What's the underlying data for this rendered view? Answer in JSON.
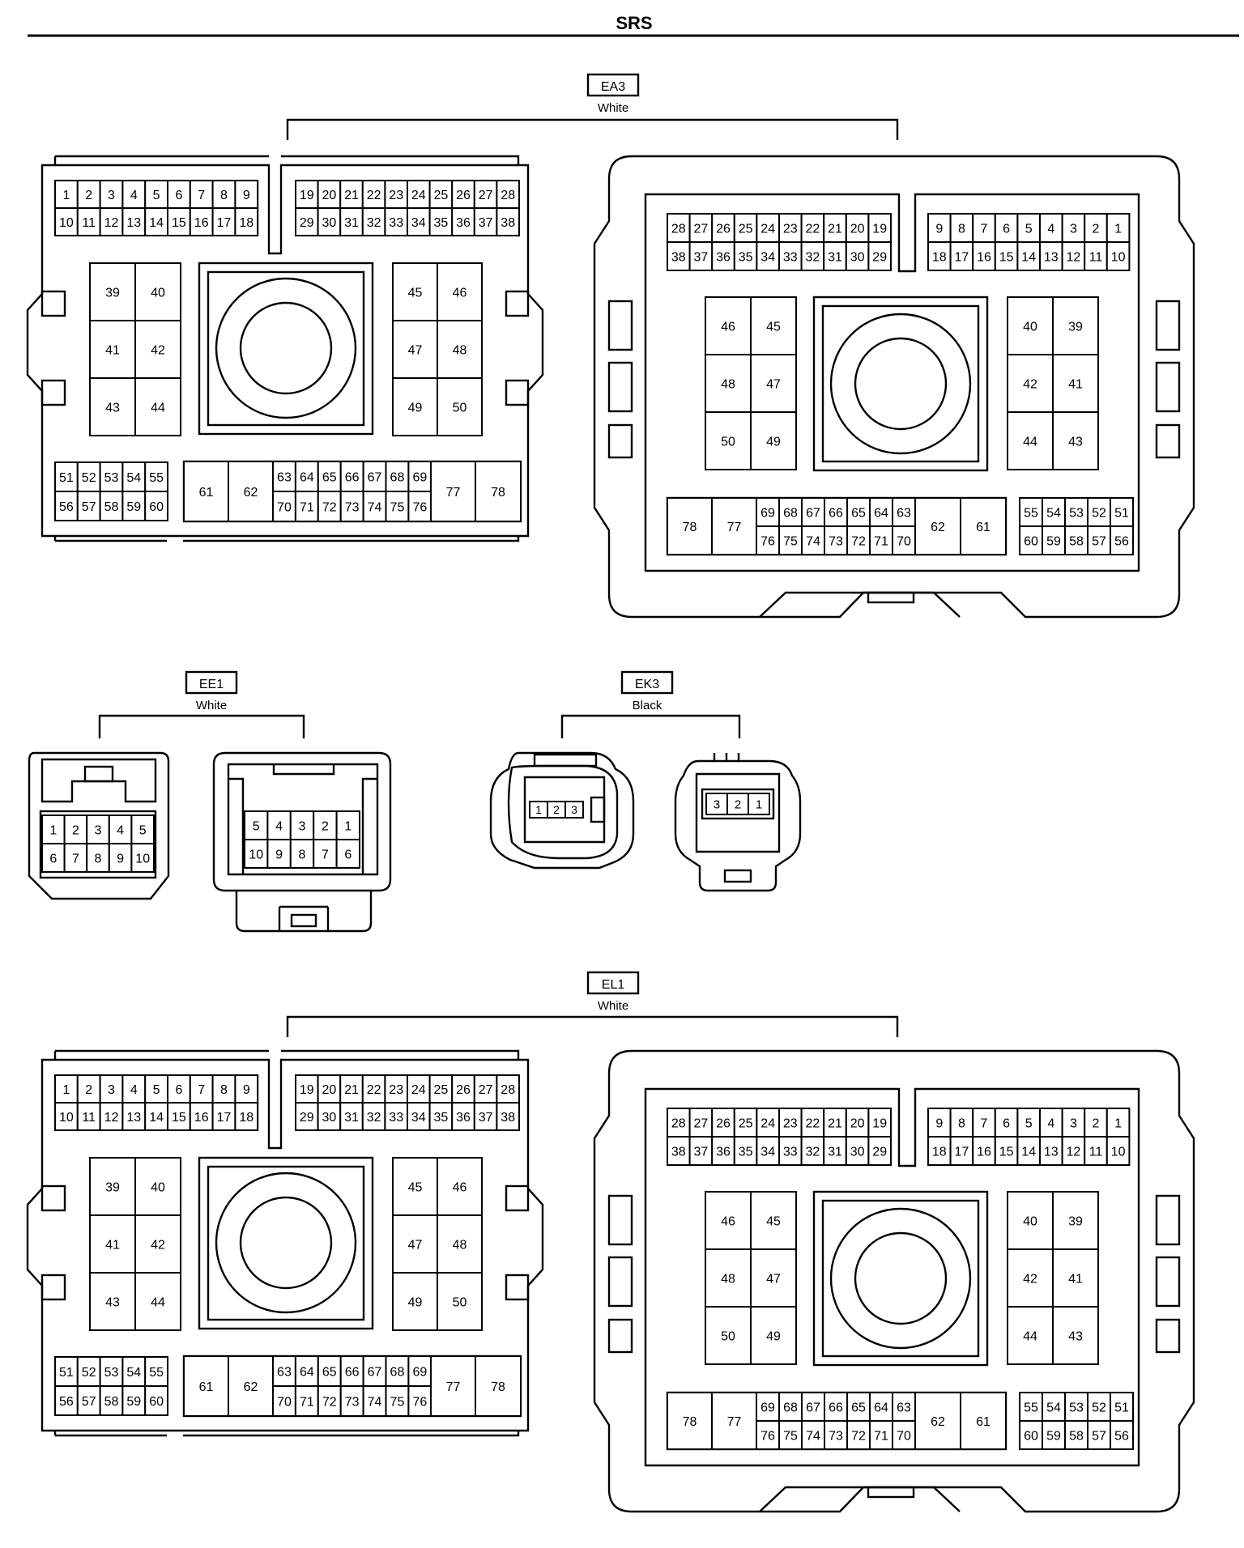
{
  "header": {
    "title": "SRS"
  },
  "connectors": {
    "ea3": {
      "code": "EA3",
      "color": "White"
    },
    "ee1": {
      "code": "EE1",
      "color": "White"
    },
    "ek3": {
      "code": "EK3",
      "color": "Black"
    },
    "el1": {
      "code": "EL1",
      "color": "White"
    }
  },
  "pin_layouts": {
    "large_front": {
      "row1a": [
        "1",
        "2",
        "3",
        "4",
        "5",
        "6",
        "7",
        "8",
        "9"
      ],
      "row2a": [
        "10",
        "11",
        "12",
        "13",
        "14",
        "15",
        "16",
        "17",
        "18"
      ],
      "row1b": [
        "19",
        "20",
        "21",
        "22",
        "23",
        "24",
        "25",
        "26",
        "27",
        "28"
      ],
      "row2b": [
        "29",
        "30",
        "31",
        "32",
        "33",
        "34",
        "35",
        "36",
        "37",
        "38"
      ],
      "blockL": [
        "39",
        "40",
        "41",
        "42",
        "43",
        "44"
      ],
      "blockR": [
        "45",
        "46",
        "47",
        "48",
        "49",
        "50"
      ],
      "bot1a": [
        "51",
        "52",
        "53",
        "54",
        "55"
      ],
      "bot2a": [
        "56",
        "57",
        "58",
        "59",
        "60"
      ],
      "big_front": [
        "61",
        "62"
      ],
      "bot1b": [
        "63",
        "64",
        "65",
        "66",
        "67",
        "68",
        "69"
      ],
      "bot2b": [
        "70",
        "71",
        "72",
        "73",
        "74",
        "75",
        "76"
      ],
      "big_back": [
        "77",
        "78"
      ]
    },
    "large_rear": {
      "row1a": [
        "28",
        "27",
        "26",
        "25",
        "24",
        "23",
        "22",
        "21",
        "20",
        "19"
      ],
      "row2a": [
        "38",
        "37",
        "36",
        "35",
        "34",
        "33",
        "32",
        "31",
        "30",
        "29"
      ],
      "row1b": [
        "9",
        "8",
        "7",
        "6",
        "5",
        "4",
        "3",
        "2",
        "1"
      ],
      "row2b": [
        "18",
        "17",
        "16",
        "15",
        "14",
        "13",
        "12",
        "11",
        "10"
      ],
      "blockL": [
        "46",
        "45",
        "48",
        "47",
        "50",
        "49"
      ],
      "blockR": [
        "40",
        "39",
        "42",
        "41",
        "44",
        "43"
      ],
      "big_front": [
        "78",
        "77"
      ],
      "bot1a": [
        "69",
        "68",
        "67",
        "66",
        "65",
        "64",
        "63"
      ],
      "bot2a": [
        "76",
        "75",
        "74",
        "73",
        "72",
        "71",
        "70"
      ],
      "big_back": [
        "62",
        "61"
      ],
      "bot1b": [
        "55",
        "54",
        "53",
        "52",
        "51"
      ],
      "bot2b": [
        "60",
        "59",
        "58",
        "57",
        "56"
      ]
    },
    "ee1_front": {
      "row1": [
        "1",
        "2",
        "3",
        "4",
        "5"
      ],
      "row2": [
        "6",
        "7",
        "8",
        "9",
        "10"
      ]
    },
    "ee1_rear": {
      "row1": [
        "5",
        "4",
        "3",
        "2",
        "1"
      ],
      "row2": [
        "10",
        "9",
        "8",
        "7",
        "6"
      ]
    },
    "ek3_front": [
      "1",
      "2",
      "3"
    ],
    "ek3_rear": [
      "3",
      "2",
      "1"
    ]
  }
}
